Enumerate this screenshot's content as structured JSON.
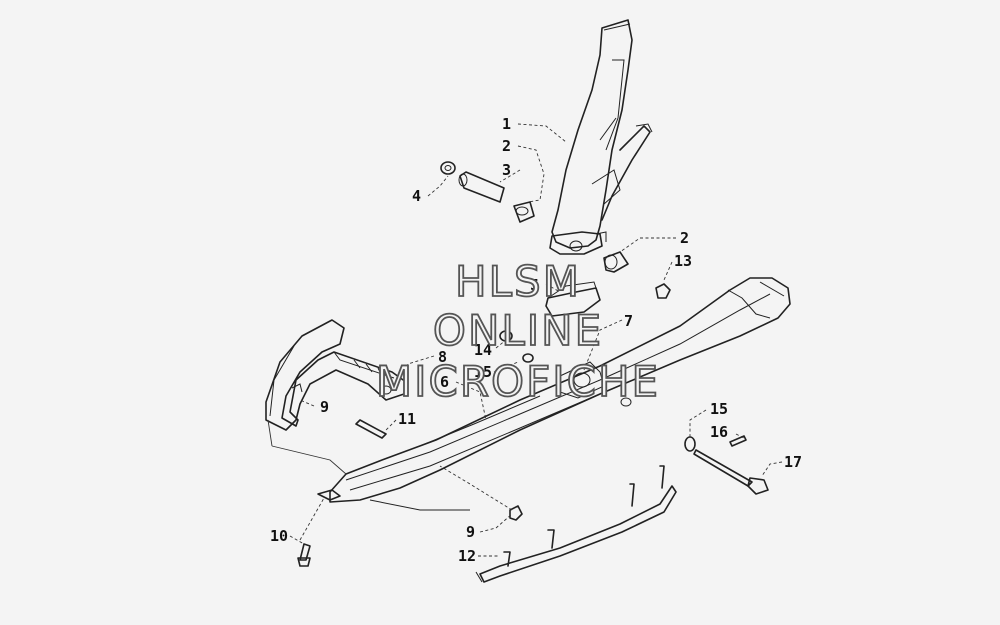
{
  "watermark": {
    "line1": "HLSM",
    "line2": "ONLINE",
    "line3": "MICROFICHE"
  },
  "callouts": [
    {
      "id": "c1",
      "label": "1"
    },
    {
      "id": "c2a",
      "label": "2"
    },
    {
      "id": "c3",
      "label": "3"
    },
    {
      "id": "c4",
      "label": "4"
    },
    {
      "id": "c2b",
      "label": "2"
    },
    {
      "id": "c13",
      "label": "13"
    },
    {
      "id": "c5",
      "label": "5"
    },
    {
      "id": "c7",
      "label": "7"
    },
    {
      "id": "c14",
      "label": "14"
    },
    {
      "id": "c8",
      "label": "8"
    },
    {
      "id": "c15a",
      "label": "15"
    },
    {
      "id": "c6",
      "label": "6"
    },
    {
      "id": "c9a",
      "label": "9"
    },
    {
      "id": "c11",
      "label": "11"
    },
    {
      "id": "c15b",
      "label": "15"
    },
    {
      "id": "c16",
      "label": "16"
    },
    {
      "id": "c17",
      "label": "17"
    },
    {
      "id": "c10",
      "label": "10"
    },
    {
      "id": "c9b",
      "label": "9"
    },
    {
      "id": "c12",
      "label": "12"
    }
  ]
}
